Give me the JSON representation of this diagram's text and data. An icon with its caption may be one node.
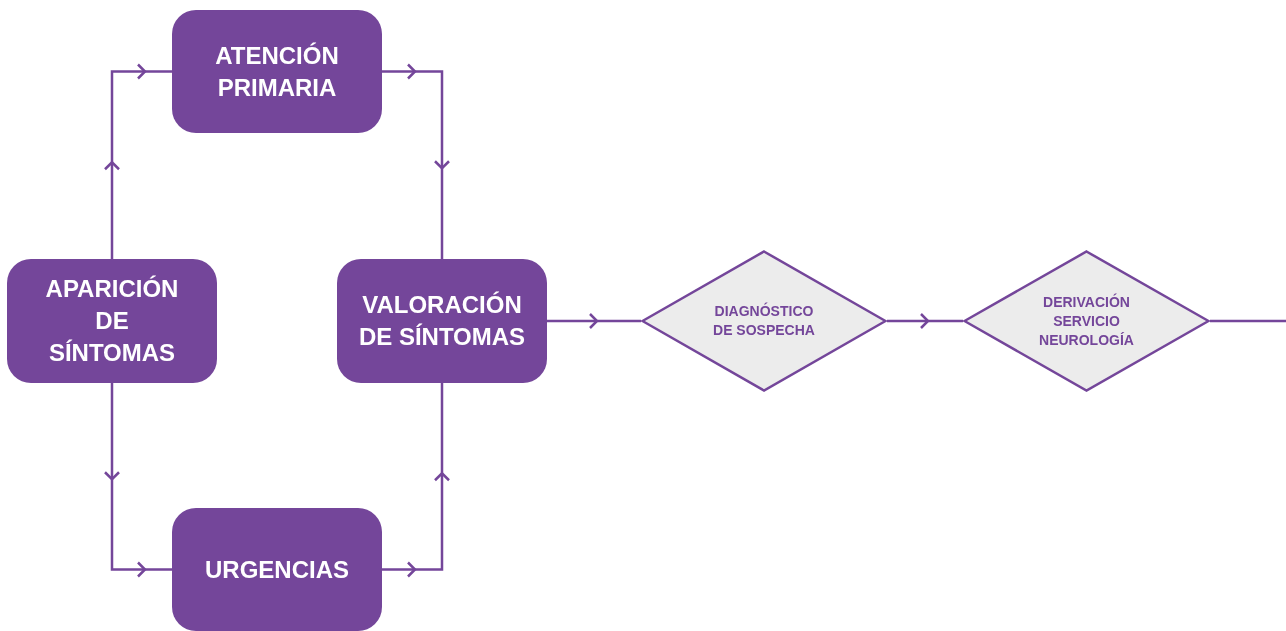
{
  "diagram": {
    "nodes": [
      {
        "text": [
          "APARICIÓN DE SÍNTOMAS"
        ]
      },
      {
        "text": [
          "ATENCIÓN PRIMARIA"
        ]
      },
      {
        "text": [
          "URGENCIAS"
        ]
      },
      {
        "text": [
          "VALORACIÓN DE SÍNTOMAS"
        ]
      },
      {
        "text": [
          "DIAGNÓSTICO DE SOSPECHA"
        ]
      },
      {
        "text": [
          "DERIVACIÓN SERVICIO NEUROLOGÍA"
        ]
      }
    ],
    "edges": [
      {
        "from": 0,
        "to": 1,
        "arrow": "to"
      },
      {
        "from": 0,
        "to": 2,
        "arrow": "to"
      },
      {
        "from": 1,
        "to": 3,
        "arrow": "to"
      },
      {
        "from": 2,
        "to": 3,
        "arrow": "to"
      },
      {
        "from": 3,
        "to": 4,
        "arrow": "to"
      },
      {
        "from": 4,
        "to": 5,
        "arrow": "to"
      },
      {
        "from": 5,
        "to": null,
        "arrow": "none"
      }
    ]
  }
}
